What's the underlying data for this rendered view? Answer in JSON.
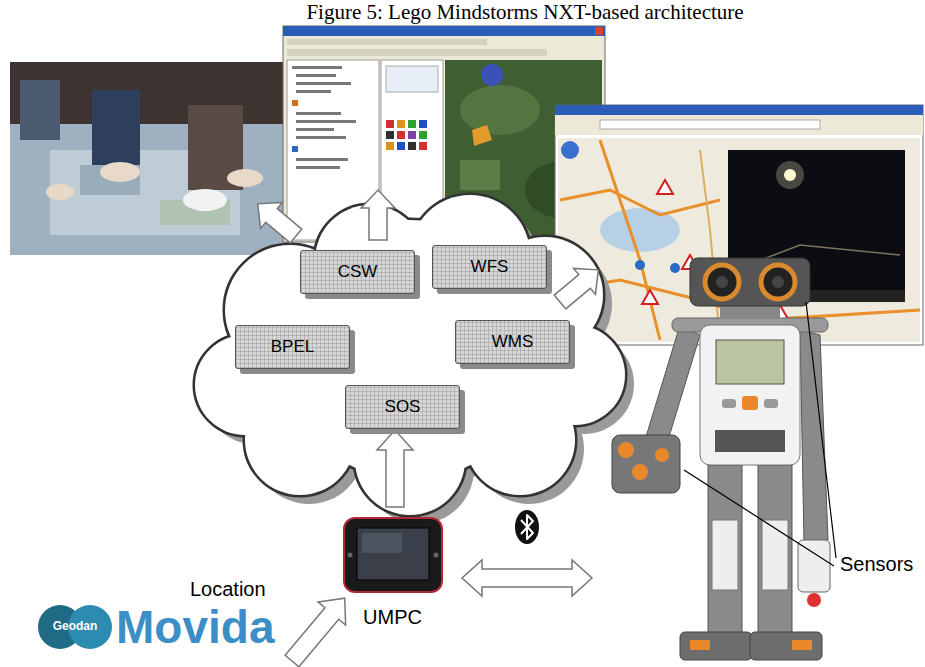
{
  "diagram": {
    "caption": "Figure 5: Lego Mindstorms NXT-based architecture",
    "nodes": [
      {
        "text": [
          "CSW"
        ]
      },
      {
        "text": [
          "WFS"
        ]
      },
      {
        "text": [
          "BPEL"
        ]
      },
      {
        "text": [
          "WMS"
        ]
      },
      {
        "text": [
          "SOS"
        ]
      },
      {
        "text": [
          "UMPC"
        ]
      }
    ],
    "edges": [
      {
        "from": 5,
        "to": 4,
        "arrow": "to"
      }
    ],
    "labels": [
      "Location",
      "Sensors",
      "Geodan",
      "Movida"
    ]
  }
}
